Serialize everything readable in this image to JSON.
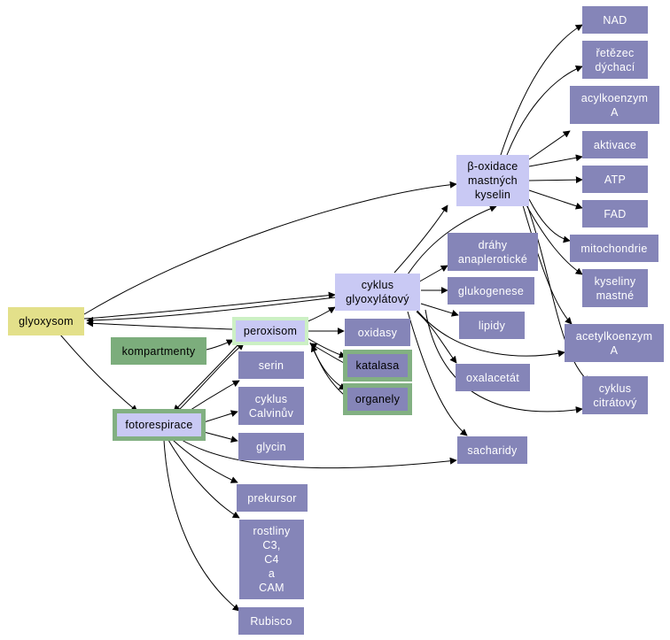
{
  "nodes": {
    "glyoxysom": "glyoxysom",
    "kompartmenty": "kompartmenty",
    "peroxisom": "peroxisom",
    "fotorespirace": "fotorespirace",
    "serin": "serin",
    "cyklus_calvinuv": "cyklus\nCalvinův",
    "glycin": "glycin",
    "prekursor": "prekursor",
    "rostliny": "rostliny\nC3,\nC4\na\nCAM",
    "rubisco": "Rubisco",
    "oxidasy": "oxidasy",
    "katalasa": "katalasa",
    "organely": "organely",
    "cyklus_glyoxylatovy": "cyklus\nglyoxylátový",
    "drahy": "dráhy\nanaplerotické",
    "glukogenese": "glukogenese",
    "lipidy": "lipidy",
    "oxalacetat": "oxalacetát",
    "sacharidy": "sacharidy",
    "beta_oxidace": "β-oxidace\nmastných\nkyselin",
    "nad": "NAD",
    "retezec": "řetězec\ndýchací",
    "acylkoenzym": "acylkoenzym\nA",
    "aktivace": "aktivace",
    "atp": "ATP",
    "fad": "FAD",
    "mitochondrie": "mitochondrie",
    "kyseliny": "kyseliny\nmastné",
    "acetylkoenzym": "acetylkoenzym\nA",
    "cyklus_citratovy": "cyklus\ncitrátový"
  },
  "colors": {
    "purple": "#8585b8",
    "lavender": "#c9c9f4",
    "yellow": "#e3e08a",
    "green": "#7cad7c",
    "light_green": "#ccf0c4"
  }
}
